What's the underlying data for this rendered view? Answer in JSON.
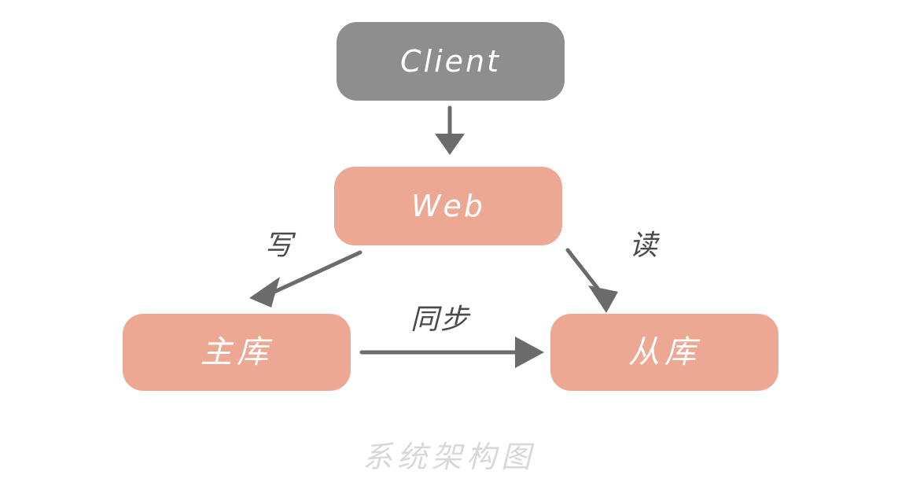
{
  "diagram": {
    "caption": "系统架构图",
    "background_color": "#ffffff",
    "nodes": [
      {
        "id": "client",
        "label": "Client",
        "color": "#8e8e8e",
        "text_color": "#ffffff"
      },
      {
        "id": "web",
        "label": "Web",
        "color": "#eda893",
        "text_color": "#ffffff"
      },
      {
        "id": "master",
        "label": "主库",
        "color": "#eda893",
        "text_color": "#ffffff"
      },
      {
        "id": "slave",
        "label": "从库",
        "color": "#eda893",
        "text_color": "#ffffff"
      }
    ],
    "edges": [
      {
        "id": "client-web",
        "label": "",
        "from": "client",
        "to": "web",
        "color": "#6b6b6b"
      },
      {
        "id": "web-master",
        "label": "写",
        "from": "web",
        "to": "master",
        "color": "#6b6b6b"
      },
      {
        "id": "web-slave",
        "label": "读",
        "from": "web",
        "to": "slave",
        "color": "#6b6b6b"
      },
      {
        "id": "master-slave",
        "label": "同步",
        "from": "master",
        "to": "slave",
        "color": "#6b6b6b"
      }
    ]
  }
}
